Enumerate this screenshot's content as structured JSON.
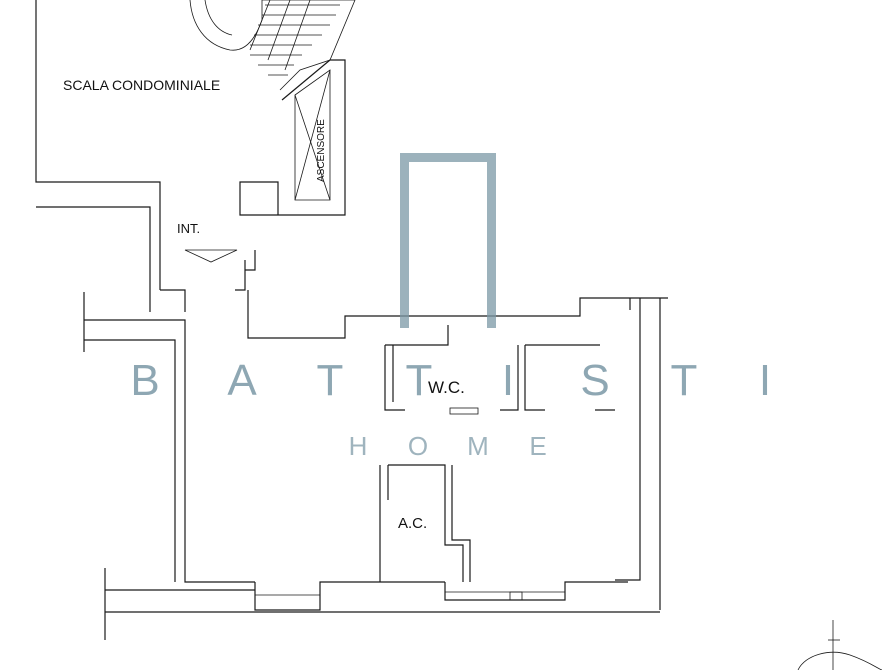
{
  "labels": {
    "stair": "SCALA CONDOMINIALE",
    "elevator": "ASCENSORE",
    "entrance": "INT.",
    "wc": "W.C.",
    "ac": "A.C."
  },
  "watermark": {
    "brand_letters": [
      "B",
      "A",
      "T",
      "T",
      "I",
      "S",
      "T",
      "I"
    ],
    "subtitle_letters": [
      "H",
      "O",
      "M",
      "E"
    ],
    "color": "#7b98a6"
  }
}
